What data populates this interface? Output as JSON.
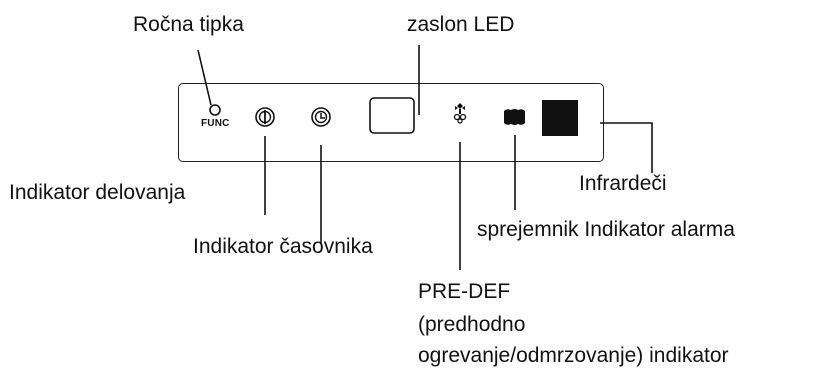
{
  "labels": {
    "manual_button": "Ročna tipka",
    "led_display": "zaslon LED",
    "operation_indicator": "Indikator delovanja",
    "infrared": "Infrardeči",
    "timer_indicator": "Indikator časovnika",
    "receiver_alarm": "sprejemnik Indikator alarma",
    "predef_line1": "PRE-DEF",
    "predef_line2": "(predhodno",
    "predef_line3": "ogrevanje/odmrzovanje) indikator"
  },
  "panel": {
    "func_text": "FUNC"
  },
  "icons": [
    "manual-button-icon",
    "power-icon",
    "clock-icon",
    "led-display-icon",
    "defrost-icon",
    "alarm-icon",
    "infrared-receiver-icon"
  ]
}
